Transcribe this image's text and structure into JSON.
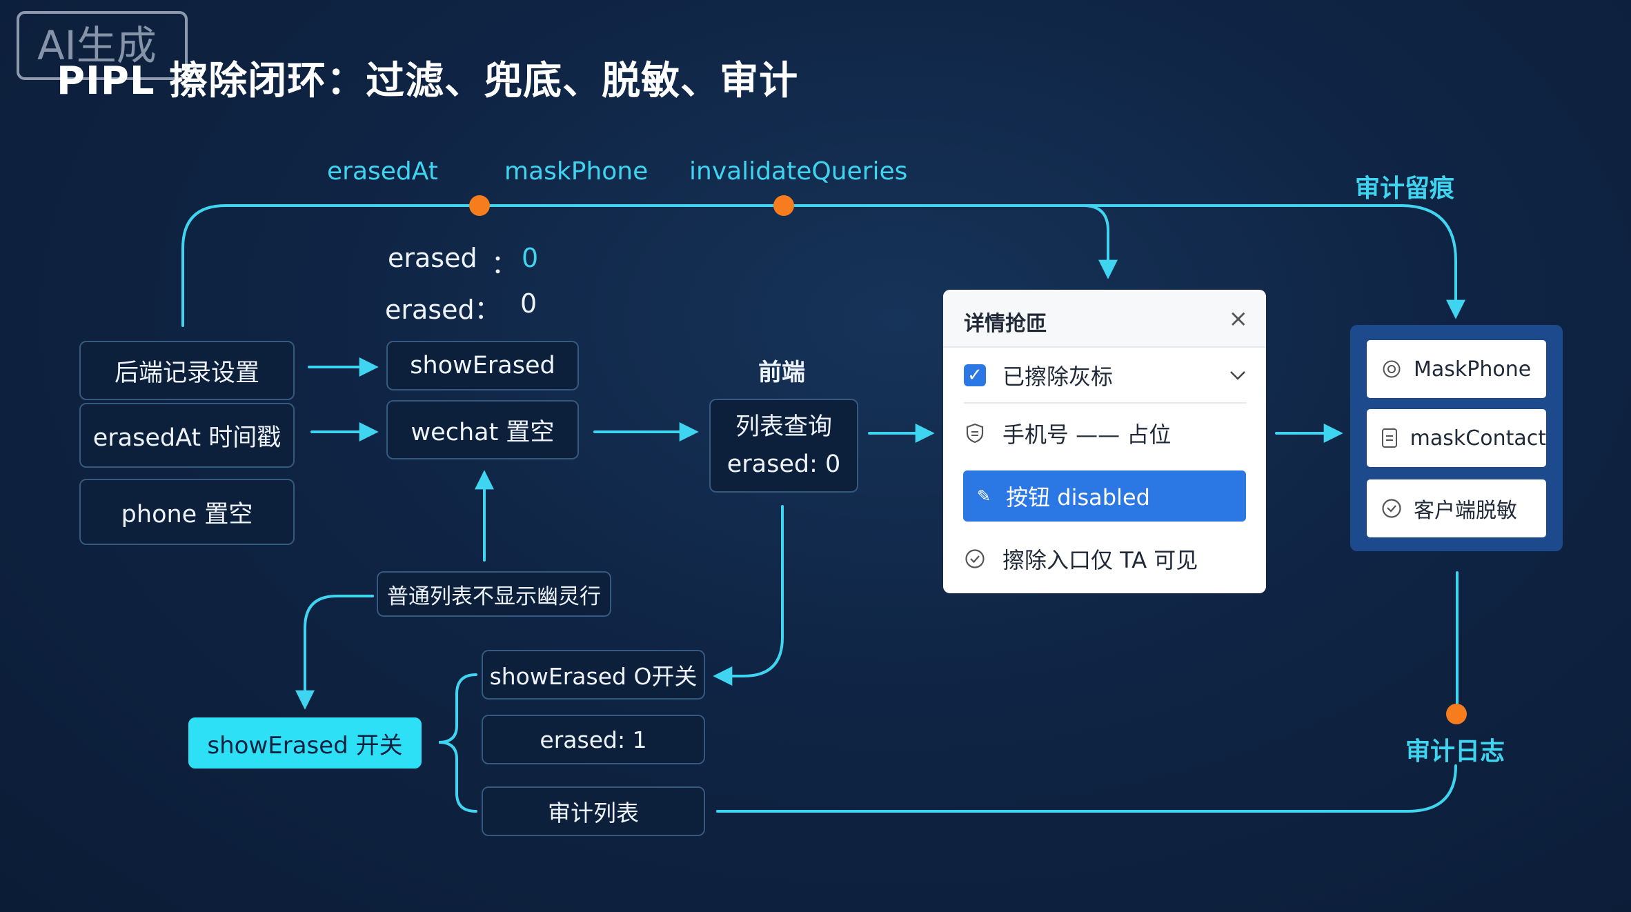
{
  "watermark": "AI生成",
  "title": "PIPL 擦除闭环：过滤、兜底、脱敏、审计",
  "top_labels": {
    "erasedAt": "erasedAt",
    "maskPhone": "maskPhone",
    "invalidate": "invalidateQueries",
    "audit_trace": "审计留痕"
  },
  "erased_lines": {
    "line1_key": "erased",
    "line1_sep": "：",
    "line1_val": "0",
    "line2_key": "erased：",
    "line2_val": "0"
  },
  "backend_nodes": [
    "后端记录设置",
    "erasedAt 时间戳",
    "phone 置空"
  ],
  "mid_nodes": [
    "showErased",
    "wechat 置空"
  ],
  "frontend": {
    "heading": "前端",
    "line1": "列表查询",
    "line2": "erased: 0"
  },
  "note_ghost": "普通列表不显示幽灵行",
  "toggle_button": "showErased 开关",
  "branch_nodes": [
    "showErased O开关",
    "erased: 1",
    "审计列表"
  ],
  "popup": {
    "title": "详情抢匝",
    "close": "×",
    "row1": "已擦除灰标",
    "row2": "手机号 —— 占位",
    "button": "按钮  disabled",
    "row4": "擦除入口仅 TA 可见"
  },
  "right_cards": [
    "MaskPhone",
    "maskContact",
    "客户端脱敏"
  ],
  "audit_log": "审计日志",
  "colors": {
    "accent_cyan": "#3fd4ef",
    "node_border": "#36597f",
    "dot_orange": "#f77c1e",
    "button_blue": "#2b78e4",
    "panel_blue": "#1c4a8c"
  },
  "icons": [
    "check-icon",
    "chevron-down-icon",
    "shield-icon",
    "pencil-icon",
    "check-circle-icon",
    "target-icon",
    "document-icon",
    "close-icon"
  ]
}
